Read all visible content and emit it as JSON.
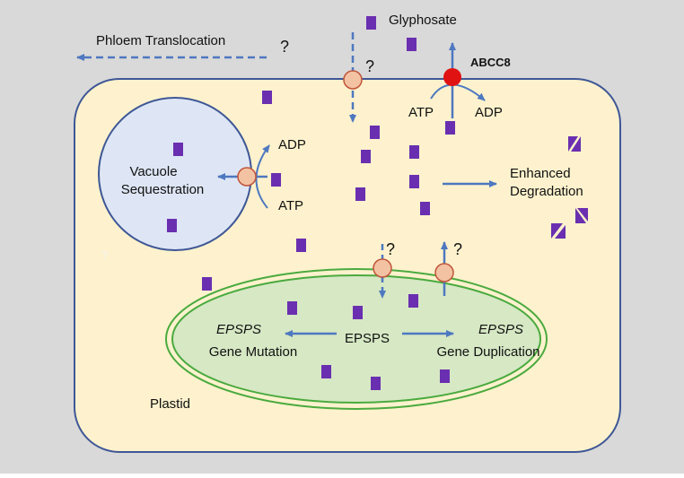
{
  "labels": {
    "glyphosate": "Glyphosate",
    "phloem_translocation": "Phloem Translocation",
    "abcc8": "ABCC8",
    "question": "?",
    "question_faint": "?",
    "atp": "ATP",
    "adp": "ADP",
    "vacuole_line1": "Vacuole",
    "vacuole_line2": "Sequestration",
    "degradation_line1": "Enhanced",
    "degradation_line2": "Degradation",
    "epsps": "EPSPS",
    "epsps_italic": "EPSPS",
    "gene_mutation": "Gene Mutation",
    "gene_duplication": "Gene Duplication",
    "plastid": "Plastid"
  },
  "colors": {
    "background": "#d9d9d9",
    "cell_fill": "#fdf2cd",
    "cell_stroke": "#3e5796",
    "vacuole_fill": "#dee6f5",
    "plastid_fill": "#d6e8c4",
    "plastid_stroke": "#4aaa3f",
    "arrow": "#4e78c0",
    "glyphosate": "#6a2fb0",
    "transporter": "#f3c2a3",
    "transporter_stroke": "#c0553a",
    "abcc8": "#e01212"
  },
  "icons": {
    "glyphosate_molecule": "purple-square",
    "degraded_glyphosate": "split-purple-square",
    "transporter": "membrane-transporter-circle",
    "abc_transporter": "abc-transporter"
  }
}
